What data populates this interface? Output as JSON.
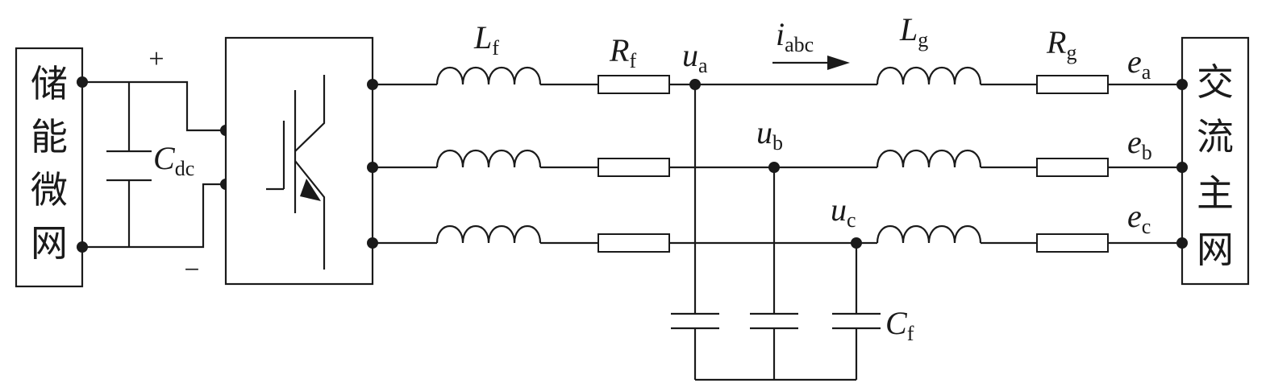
{
  "left_block": {
    "chars": [
      "储",
      "能",
      "微",
      "网"
    ]
  },
  "right_block": {
    "chars": [
      "交",
      "流",
      "主",
      "网"
    ]
  },
  "dc_plus": "+",
  "dc_minus": "−",
  "labels": {
    "cdc": {
      "main": "C",
      "sub": "dc"
    },
    "lf": {
      "main": "L",
      "sub": "f"
    },
    "rf": {
      "main": "R",
      "sub": "f"
    },
    "ua": {
      "main": "u",
      "sub": "a"
    },
    "ub": {
      "main": "u",
      "sub": "b"
    },
    "uc": {
      "main": "u",
      "sub": "c"
    },
    "iabc": {
      "main": "i",
      "sub": "abc"
    },
    "lg": {
      "main": "L",
      "sub": "g"
    },
    "rg": {
      "main": "R",
      "sub": "g"
    },
    "ea": {
      "main": "e",
      "sub": "a"
    },
    "eb": {
      "main": "e",
      "sub": "b"
    },
    "ec": {
      "main": "e",
      "sub": "c"
    },
    "cf": {
      "main": "C",
      "sub": "f"
    }
  }
}
